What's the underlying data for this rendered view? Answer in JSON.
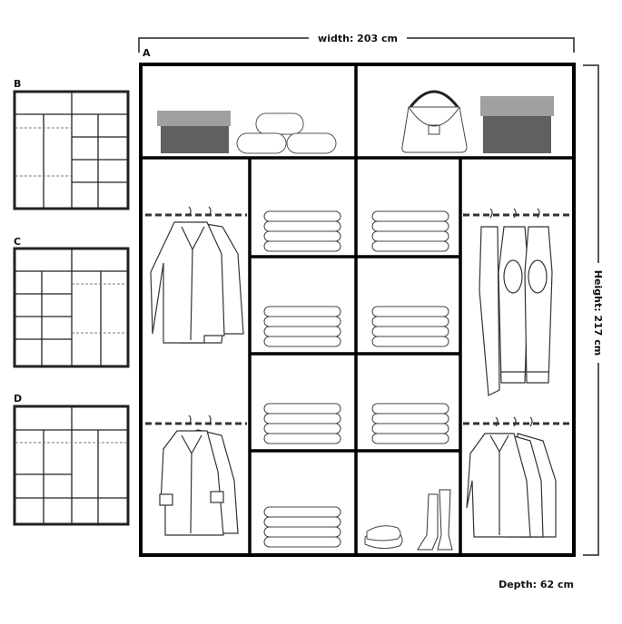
{
  "dimensions": {
    "width": "width: 203 cm",
    "height": "Height: 217 cm",
    "depth": "Depth: 62 cm"
  },
  "variants": {
    "main": "A",
    "b": "B",
    "c": "C",
    "d": "D"
  },
  "colors": {
    "box_lid": "#a0a0a0",
    "box_body": "#606060",
    "frame": "#000000"
  }
}
